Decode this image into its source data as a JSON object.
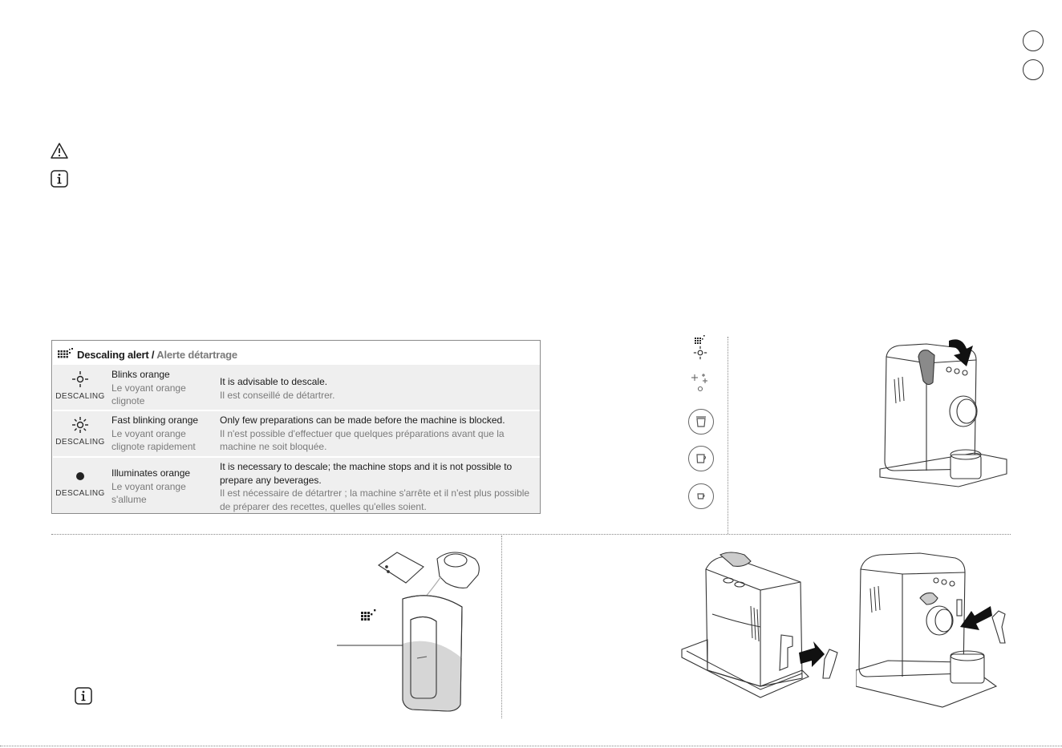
{
  "symbols": {
    "warning": "warning-triangle-icon",
    "information": "info-icon"
  },
  "descaling_table": {
    "title_en": "Descaling alert",
    "separator": " / ",
    "title_fr": "Alerte détartrage",
    "rows": [
      {
        "indicator": "DESCALING",
        "light": "blinking",
        "state_en": "Blinks orange",
        "state_fr": "Le voyant orange clignote",
        "desc_en": "It is advisable to descale.",
        "desc_fr": "Il est conseillé de détartrer."
      },
      {
        "indicator": "DESCALING",
        "light": "fast-blinking",
        "state_en": "Fast blinking orange",
        "state_fr": "Le voyant orange clignote rapidement",
        "desc_en": "Only few preparations can be made before the machine is blocked.",
        "desc_fr": "Il n'est possible d'effectuer que quelques préparations avant que la machine ne soit bloquée."
      },
      {
        "indicator": "DESCALING",
        "light": "solid",
        "state_en": "Illuminates orange",
        "state_fr": "Le voyant orange s'allume",
        "desc_en": "It is necessary to descale; the machine stops and it is not possible to prepare any beverages.",
        "desc_fr": "Il est nécessaire de détartrer ; la machine s'arrête et il n'est plus possible de préparer des recettes, quelles qu'elles soient."
      }
    ]
  },
  "colors": {
    "row_background": "#efefef",
    "french_text": "#7a7a7a",
    "border": "#8a8a8a"
  }
}
